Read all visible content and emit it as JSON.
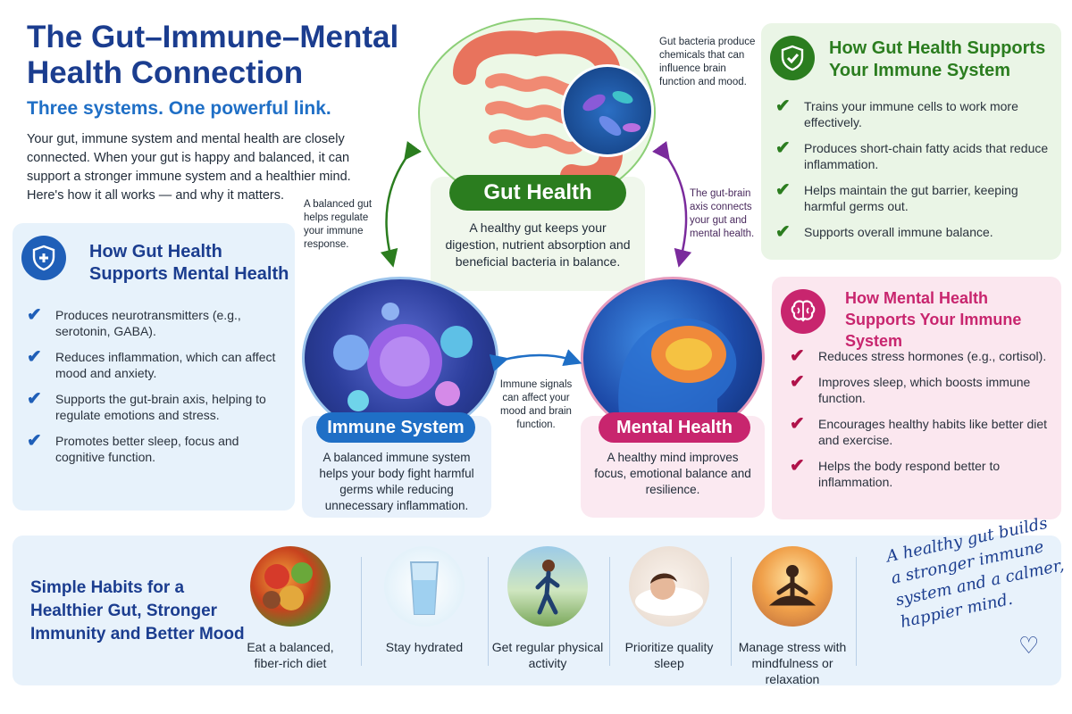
{
  "header": {
    "title": "The Gut–Immune–Mental Health Connection",
    "subtitle": "Three systems. One powerful link.",
    "intro": "Your gut, immune system and mental health are closely connected. When your gut is happy and balanced, it can support a stronger immune system and a healthier mind. Here's how it all works — and why it matters."
  },
  "gut_mental": {
    "title": "How Gut Health Supports Mental Health",
    "items": [
      "Produces neurotransmitters (e.g., serotonin, GABA).",
      "Reduces inflammation, which can affect mood and anxiety.",
      "Supports the gut-brain axis, helping to regulate emotions and stress.",
      "Promotes better sleep, focus and cognitive function."
    ]
  },
  "gut_immune": {
    "title": "How Gut Health Supports Your Immune System",
    "items": [
      "Trains your immune cells to work more effectively.",
      "Produces short-chain fatty acids that reduce inflammation.",
      "Helps maintain the gut barrier, keeping harmful germs out.",
      "Supports overall immune balance."
    ]
  },
  "mental_immune": {
    "title": "How Mental Health Supports Your Immune System",
    "items": [
      "Reduces stress hormones (e.g., cortisol).",
      "Improves sleep, which boosts immune function.",
      "Encourages healthy habits like better diet and exercise.",
      "Helps the body respond better to inflammation."
    ]
  },
  "center": {
    "gut": {
      "label": "Gut Health",
      "desc": "A healthy gut keeps your digestion, nutrient absorption and beneficial bacteria in balance."
    },
    "immune": {
      "label": "Immune System",
      "desc": "A balanced immune system helps your body fight harmful germs while reducing unnecessary inflammation."
    },
    "mental": {
      "label": "Mental Health",
      "desc": "A healthy mind improves focus, emotional balance and resilience."
    }
  },
  "notes": {
    "bacteria": "Gut bacteria produce chemicals that can influence brain function and mood.",
    "balanced": "A balanced gut helps regulate your immune response.",
    "axis": "The gut-brain axis connects your gut and mental health.",
    "signals": "Immune signals can affect your mood and brain function."
  },
  "habits": {
    "title": "Simple Habits for a Healthier Gut, Stronger Immunity and Better Mood",
    "items": [
      {
        "label": "Eat a balanced, fiber-rich diet",
        "icon": "healthy-food"
      },
      {
        "label": "Stay hydrated",
        "icon": "water-glass"
      },
      {
        "label": "Get regular physical activity",
        "icon": "walking-person"
      },
      {
        "label": "Prioritize quality sleep",
        "icon": "sleeping-person"
      },
      {
        "label": "Manage stress with mindfulness or relaxation",
        "icon": "meditation"
      }
    ],
    "quote": "A healthy gut builds a stronger immune system and a calmer, happier mind."
  },
  "colors": {
    "navy": "#1b3d8f",
    "blue": "#1f6fc6",
    "green": "#2b7d1f",
    "magenta": "#c8256e",
    "purple": "#7a2a9c"
  }
}
